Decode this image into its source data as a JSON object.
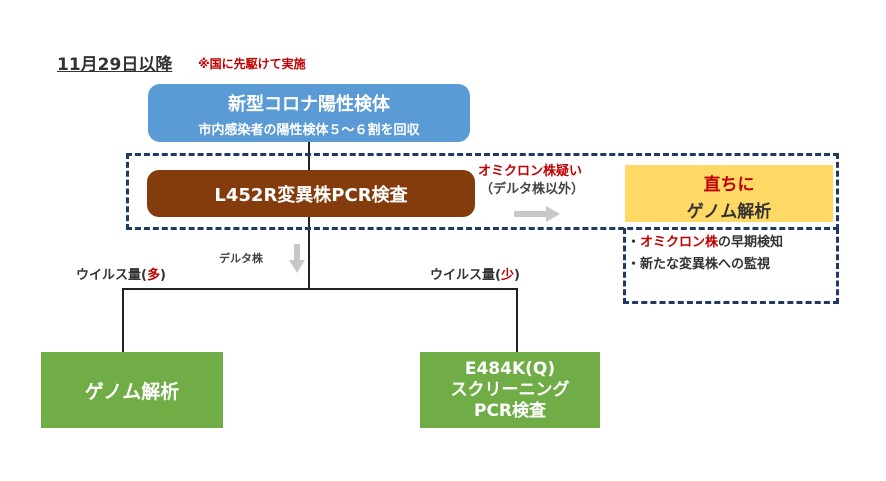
{
  "header": {
    "date_title": "11月29日以降",
    "note": "※国に先駆けて実施"
  },
  "top_box": {
    "title": "新型コロナ陽性検体",
    "subtitle": "市内感染者の陽性検体５～６割を回収"
  },
  "pcr_box": {
    "label": "L452R変異株PCR検査"
  },
  "omicron_arrow": {
    "label_suspect": "オミクロン株疑い",
    "label_excluded": "（デルタ株以外）"
  },
  "genome_now": {
    "line1": "直ちに",
    "line2": "ゲノム解析"
  },
  "bullets": [
    {
      "dot": "・",
      "highlight": "オミクロン株",
      "rest": "の早期検知"
    },
    {
      "dot": "・",
      "highlight": "",
      "rest": "新たな変異株への監視"
    }
  ],
  "delta_label": "デルタ株",
  "branch_left": {
    "prefix": "ウイルス量(",
    "amount": "多",
    "suffix": ")"
  },
  "branch_right": {
    "prefix": "ウイルス量(",
    "amount": "少",
    "suffix": ")"
  },
  "left_result": {
    "label": "ゲノム解析"
  },
  "right_result": {
    "line1": "E484K(Q)",
    "line2": "スクリーニング",
    "line3": "PCR検査"
  },
  "colors": {
    "blue": "#5b9bd5",
    "brown": "#843c0c",
    "yellow": "#ffd966",
    "green": "#70ad47",
    "red": "#c00000",
    "navy_dash": "#1f3864"
  }
}
